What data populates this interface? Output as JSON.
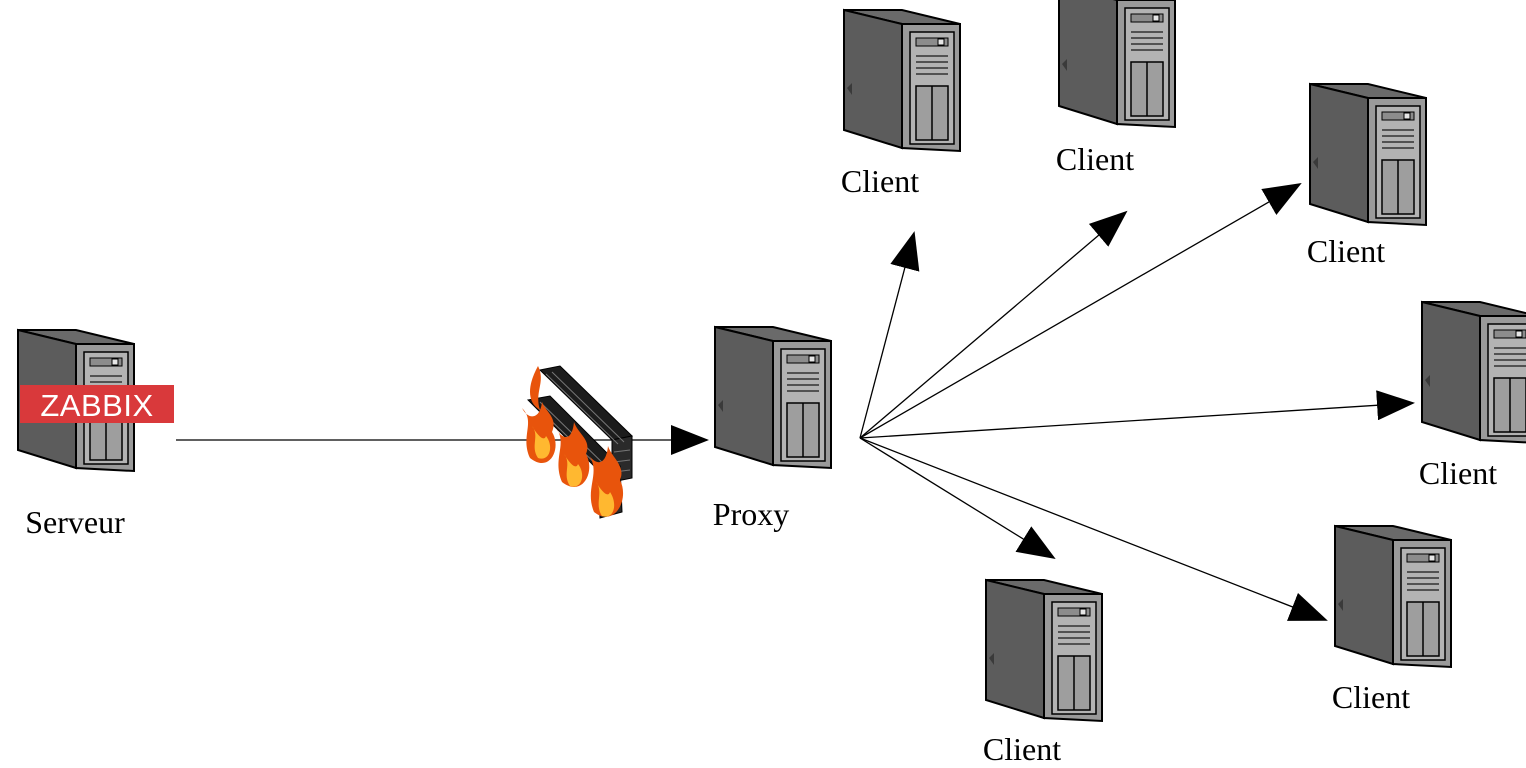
{
  "server": {
    "label": "Serveur",
    "badge": "ZABBIX",
    "icon": "server-tower-icon"
  },
  "firewall": {
    "icon": "firewall-icon"
  },
  "proxy": {
    "label": "Proxy",
    "icon": "server-tower-icon"
  },
  "clients": [
    {
      "label": "Client"
    },
    {
      "label": "Client"
    },
    {
      "label": "Client"
    },
    {
      "label": "Client"
    },
    {
      "label": "Client"
    },
    {
      "label": "Client"
    }
  ],
  "colors": {
    "tower_body": "#8a8a8a",
    "tower_front": "#a9a9a9",
    "tower_side": "#5e5e5e",
    "badge_bg": "#d9393b",
    "badge_text": "#ffffff",
    "flame_outer": "#e8540c",
    "flame_inner": "#ffb830",
    "wall": "#222222",
    "line": "#000000"
  }
}
